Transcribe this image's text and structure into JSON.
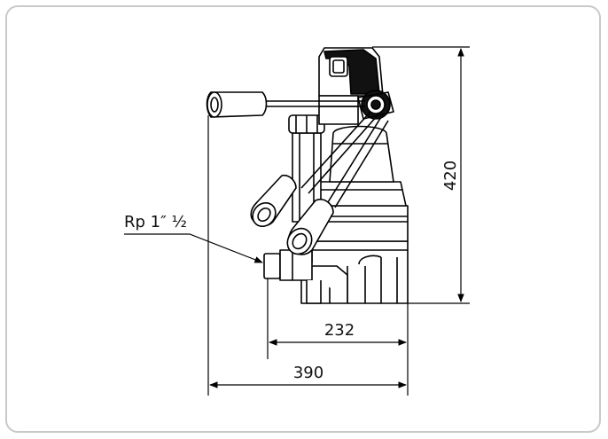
{
  "diagram": {
    "dimensions": {
      "height": "420",
      "width_base": "232",
      "width_total": "390"
    },
    "connection_label": "Rp 1″ ½"
  }
}
